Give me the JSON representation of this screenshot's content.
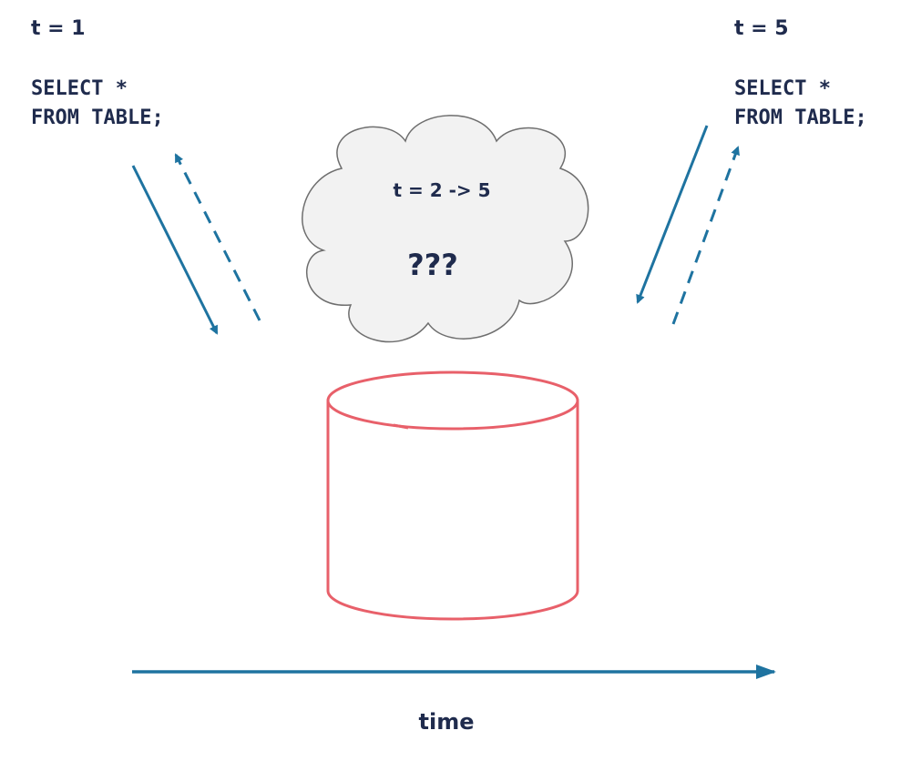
{
  "left_query": {
    "time_label": "t = 1",
    "sql": "SELECT *\nFROM TABLE;"
  },
  "right_query": {
    "time_label": "t = 5",
    "sql": "SELECT *\nFROM TABLE;"
  },
  "cloud": {
    "range_label": "t = 2 -> 5",
    "unknown_label": "???"
  },
  "axis": {
    "label": "time"
  },
  "colors": {
    "text": "#1f2b4d",
    "arrow": "#1e73a0",
    "database": "#e8606a",
    "cloud_fill": "#f2f2f2",
    "cloud_stroke": "#6e6e6e"
  }
}
